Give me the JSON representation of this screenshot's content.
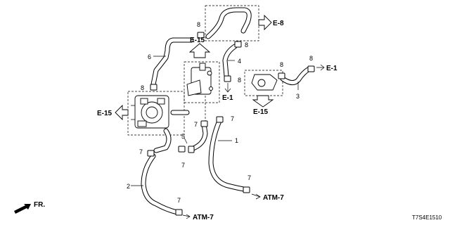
{
  "labels": {
    "n1": "1",
    "n2": "2",
    "n3": "3",
    "n4": "4",
    "n5": "5",
    "n6": "6",
    "n7a": "7",
    "n7b": "7",
    "n7c": "7",
    "n7d": "7",
    "n7e": "7",
    "n7f": "7",
    "n8a": "8",
    "n8b": "8",
    "n8c": "8",
    "n8d": "8",
    "n8e": "8",
    "n8f": "8"
  },
  "refs": {
    "e8": "E-8",
    "e15_top": "E-15",
    "e15_left": "E-15",
    "e15_right": "E-15",
    "e1_mid": "E-1",
    "e1_right": "E-1",
    "atm7_right": "ATM-7",
    "atm7_bottom": "ATM-7"
  },
  "front_label": "FR.",
  "diagram_code": "T7S4E1510"
}
